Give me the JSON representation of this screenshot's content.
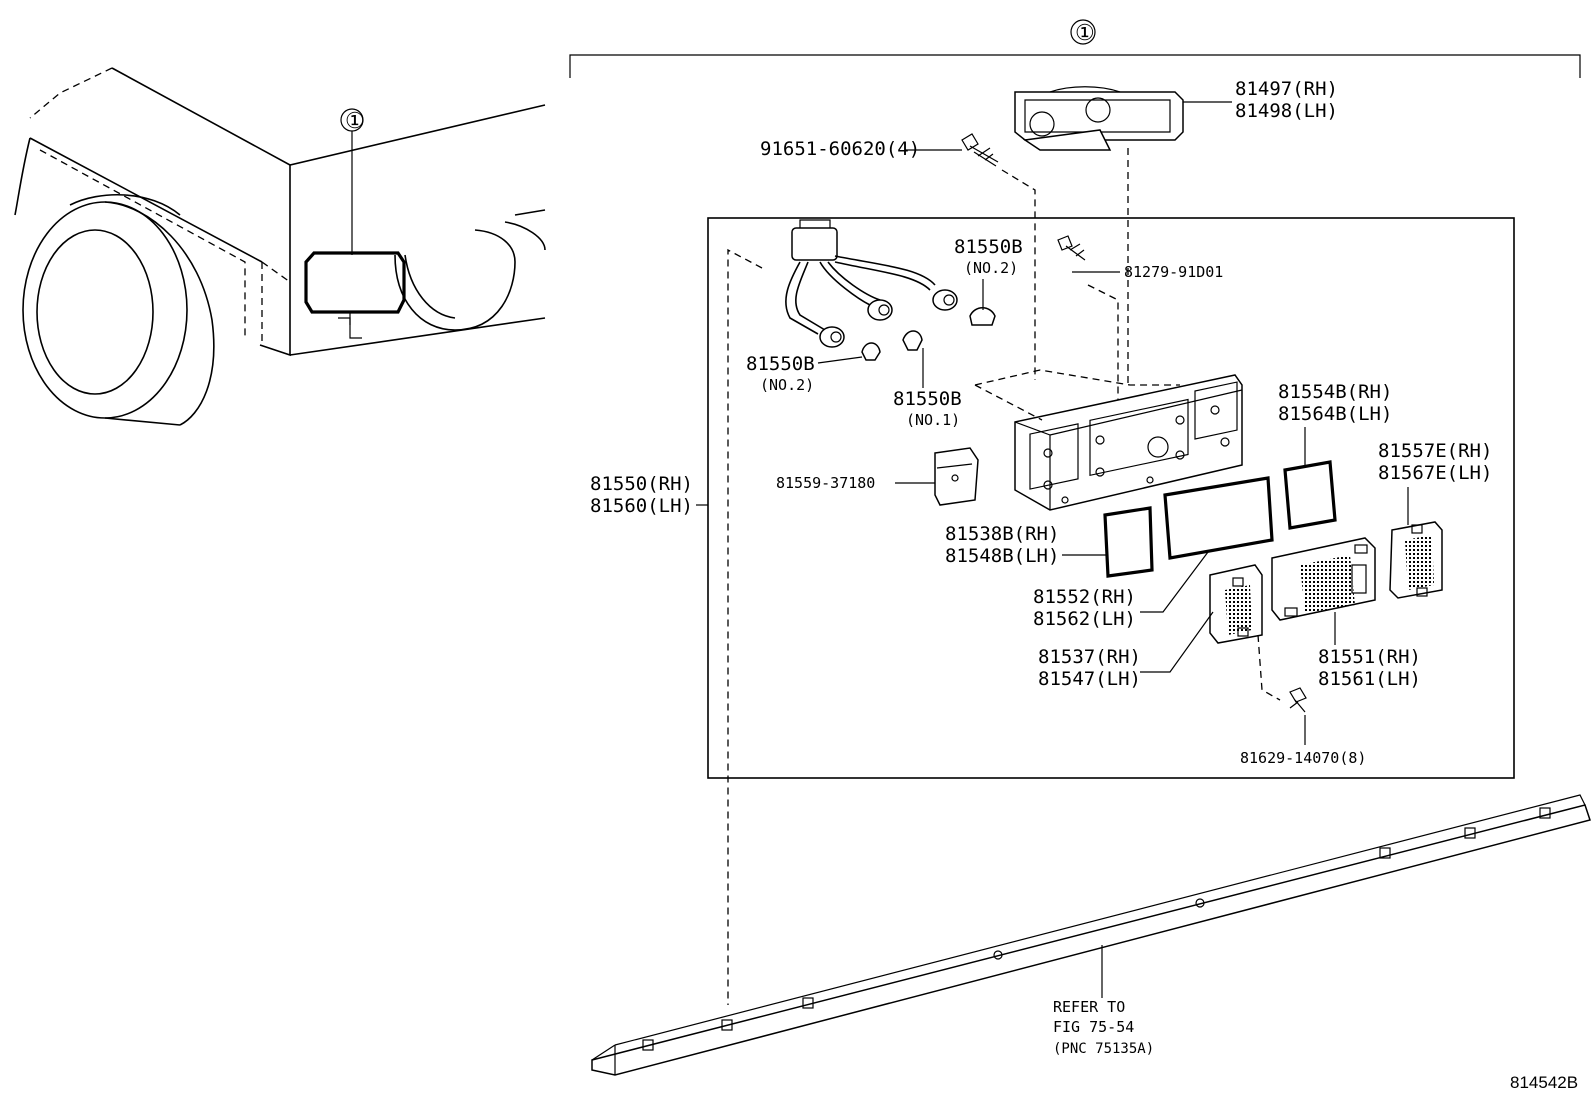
{
  "callout_symbol": "①",
  "diagram_id": "814542B",
  "labels": {
    "p81497_81498": [
      "81497(RH)",
      "81498(LH)"
    ],
    "p91651": "91651-60620(4)",
    "p81550B_top": [
      "81550B",
      "(NO.2)"
    ],
    "p81279": "81279-91D01",
    "p81550B_left": [
      "81550B",
      "(NO.2)"
    ],
    "p81550B_mid": [
      "81550B",
      "(NO.1)"
    ],
    "p81554B_81564B": [
      "81554B(RH)",
      "81564B(LH)"
    ],
    "p81557E_81567E": [
      "81557E(RH)",
      "81567E(LH)"
    ],
    "p81550_81560": [
      "81550(RH)",
      "81560(LH)"
    ],
    "p81559": "81559-37180",
    "p81538B_81548B": [
      "81538B(RH)",
      "81548B(LH)"
    ],
    "p81552_81562": [
      "81552(RH)",
      "81562(LH)"
    ],
    "p81537_81547": [
      "81537(RH)",
      "81547(LH)"
    ],
    "p81551_81561": [
      "81551(RH)",
      "81561(LH)"
    ],
    "p81629": "81629-14070(8)",
    "refer": [
      "REFER TO",
      "FIG 75-54",
      "(PNC 75135A)"
    ]
  }
}
